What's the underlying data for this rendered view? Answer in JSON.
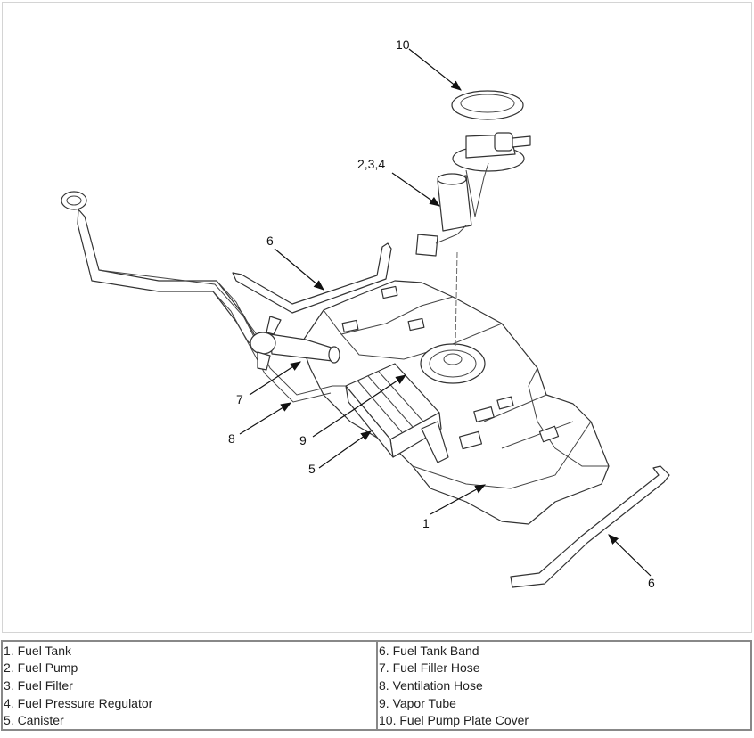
{
  "diagram": {
    "callouts": {
      "c10": "10",
      "c234": "2,3,4",
      "c6a": "6",
      "c7": "7",
      "c8": "8",
      "c9": "9",
      "c5": "5",
      "c1": "1",
      "c6b": "6"
    }
  },
  "legend": {
    "left": [
      "1. Fuel Tank",
      "2. Fuel Pump",
      "3. Fuel Filter",
      "4. Fuel Pressure Regulator",
      "5. Canister"
    ],
    "right": [
      "6. Fuel Tank Band",
      "7. Fuel Filler Hose",
      "8. Ventilation Hose",
      "9. Vapor Tube",
      "10. Fuel Pump Plate Cover"
    ]
  }
}
